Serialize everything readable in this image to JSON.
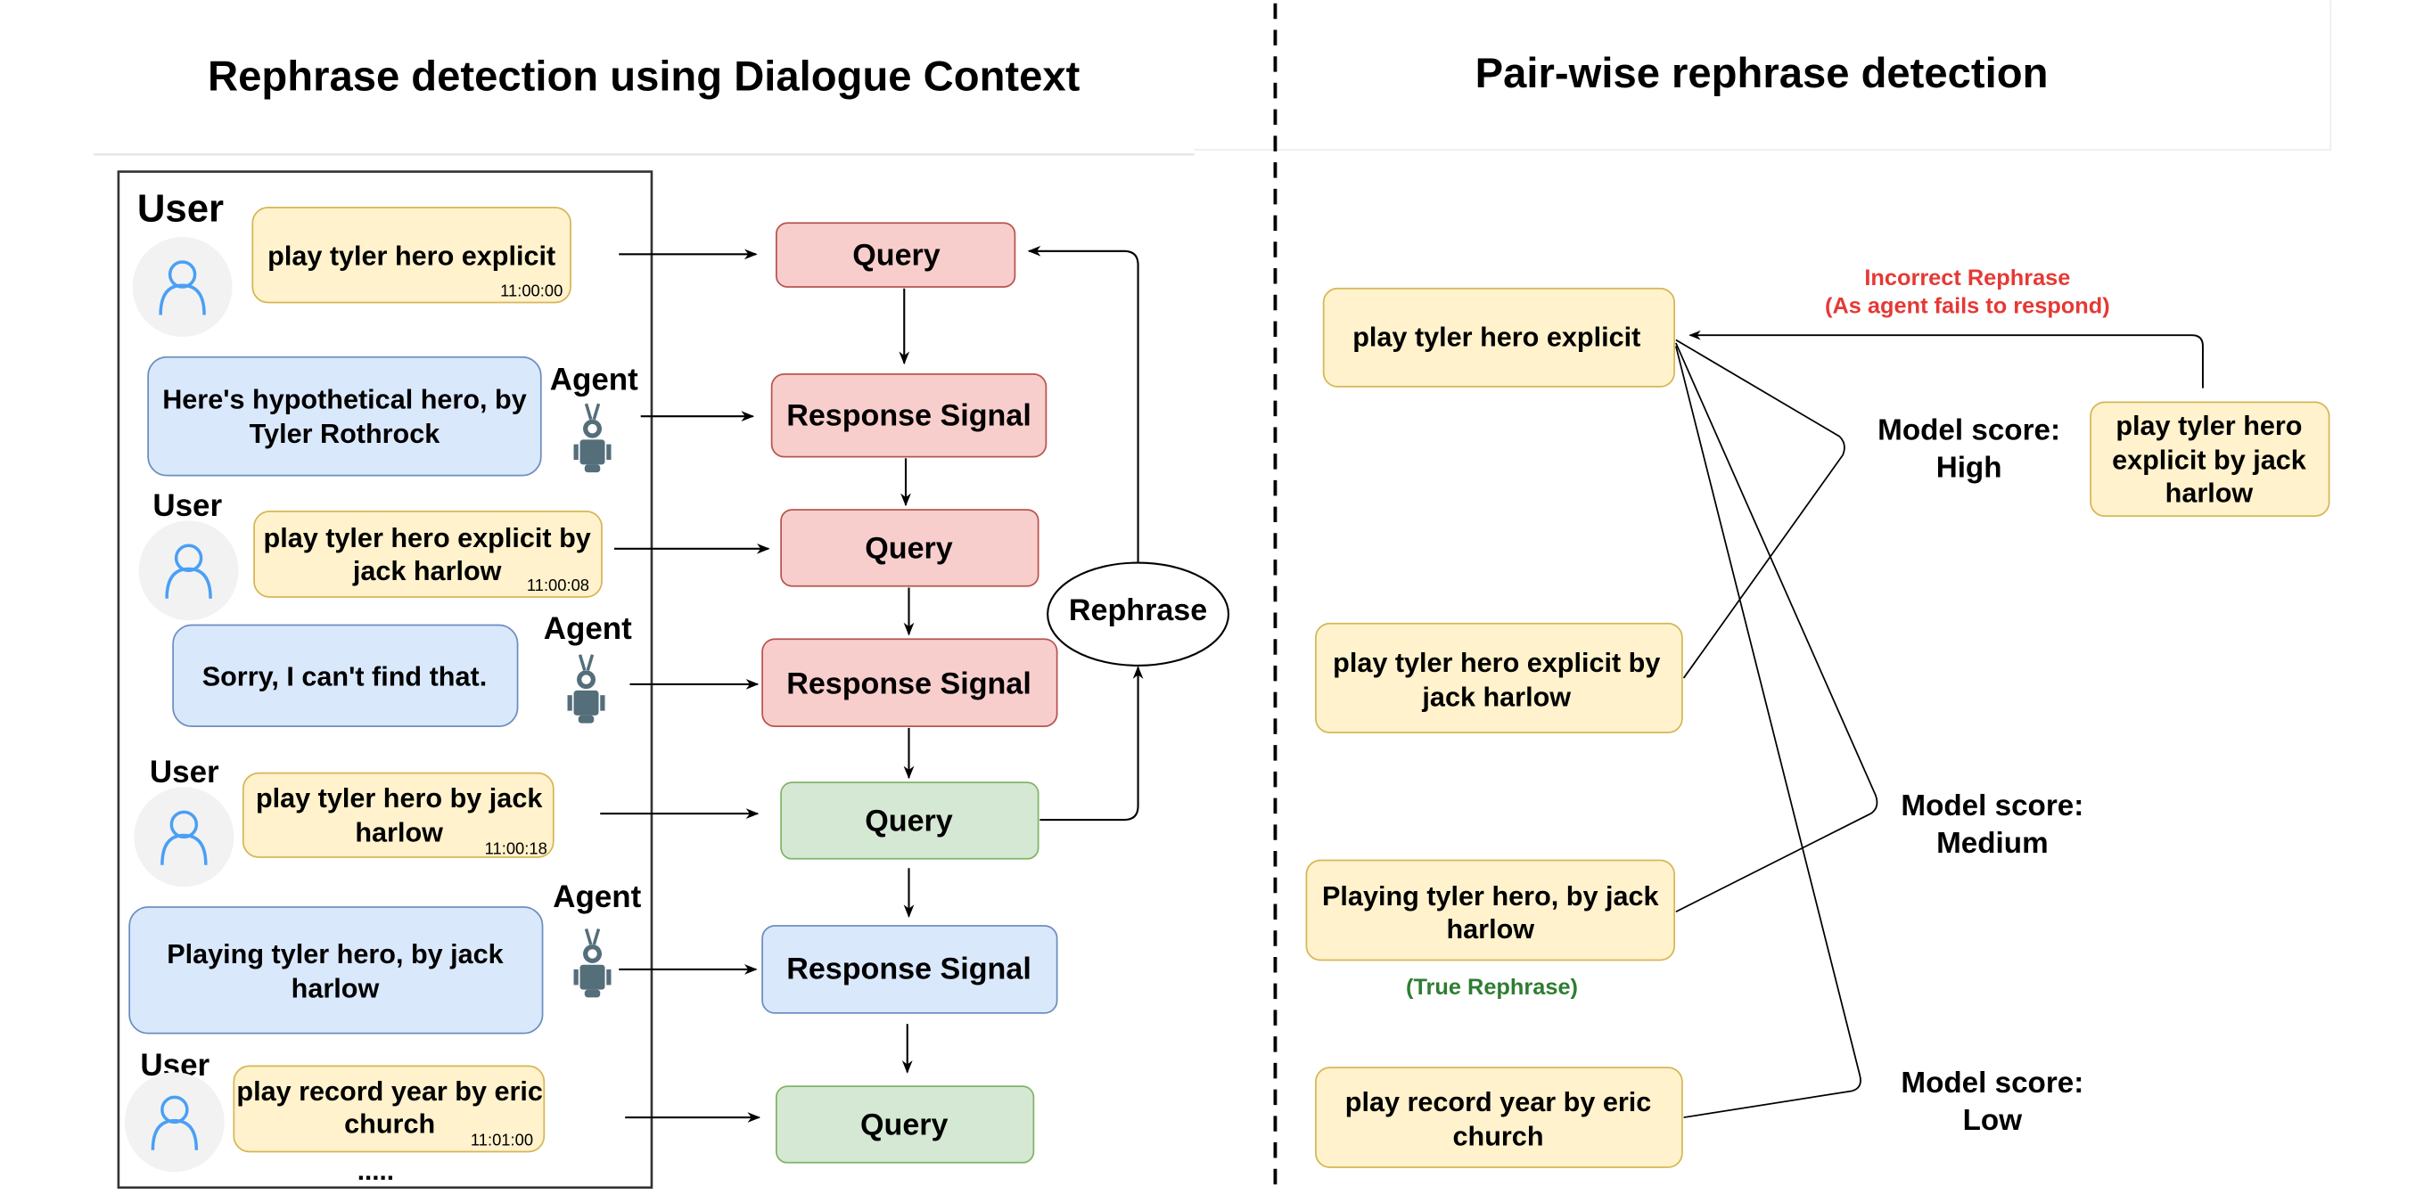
{
  "left_panel": {
    "title": "Rephrase detection using Dialogue Context",
    "dialogue": [
      {
        "role": "User",
        "text_lines": [
          "play tyler hero explicit"
        ],
        "timestamp": "11:00:00"
      },
      {
        "role": "Agent",
        "text_lines": [
          "Here's hypothetical hero, by",
          "Tyler Rothrock"
        ]
      },
      {
        "role": "User",
        "text_lines": [
          "play tyler hero explicit by",
          "jack harlow"
        ],
        "timestamp": "11:00:08"
      },
      {
        "role": "Agent",
        "text_lines": [
          "Sorry, I can't find that."
        ]
      },
      {
        "role": "User",
        "text_lines": [
          "play tyler hero by jack",
          "harlow"
        ],
        "timestamp": "11:00:18"
      },
      {
        "role": "Agent",
        "text_lines": [
          "Playing tyler hero, by jack",
          "harlow"
        ]
      },
      {
        "role": "User",
        "text_lines": [
          "play record year by eric",
          "church"
        ],
        "timestamp": "11:01:00"
      }
    ],
    "ellipsis": ".....",
    "flow": [
      {
        "label": "Query",
        "status": "defect"
      },
      {
        "label": "Response Signal",
        "status": "defect"
      },
      {
        "label": "Query",
        "status": "defect"
      },
      {
        "label": "Response Signal",
        "status": "defect"
      },
      {
        "label": "Query",
        "status": "success"
      },
      {
        "label": "Response Signal",
        "status": "neutral"
      },
      {
        "label": "Query",
        "status": "success"
      }
    ],
    "rephrase_label": "Rephrase"
  },
  "right_panel": {
    "title": "Pair-wise rephrase detection",
    "anchor_query": [
      "play tyler hero explicit"
    ],
    "candidates": [
      {
        "text_lines": [
          "play tyler hero explicit by",
          "jack harlow"
        ]
      },
      {
        "text_lines": [
          "Playing tyler hero, by jack",
          "harlow"
        ],
        "note": "(True Rephrase)"
      },
      {
        "text_lines": [
          "play record year by eric",
          "church"
        ]
      }
    ],
    "side_query": [
      "play tyler hero",
      "explicit by jack",
      "harlow"
    ],
    "incorrect_note": [
      "Incorrect Rephrase",
      "(As agent fails to respond)"
    ],
    "scores": [
      {
        "label": "Model score:",
        "value": "High"
      },
      {
        "label": "Model score:",
        "value": "Medium"
      },
      {
        "label": "Model score:",
        "value": "Low"
      }
    ]
  },
  "colors": {
    "user_fill": "#fff2cc",
    "user_stroke": "#d6b656",
    "agent_fill": "#dae8fc",
    "agent_stroke": "#6c8ebf",
    "defect_fill": "#f8cecc",
    "defect_stroke": "#b85450",
    "success_fill": "#d5e8d4",
    "success_stroke": "#82b366",
    "incorrect_text": "#e53935",
    "true_text": "#2e7d32",
    "avatar_icon": "#4a9ff5",
    "robot_icon": "#546e7a"
  }
}
